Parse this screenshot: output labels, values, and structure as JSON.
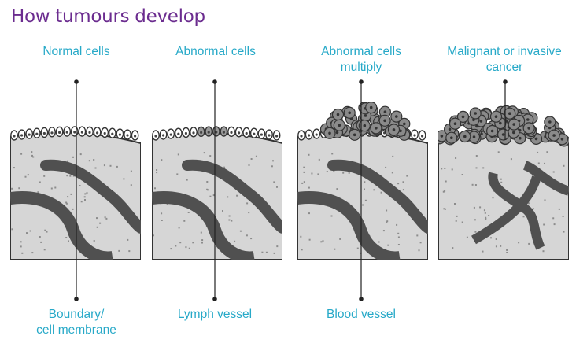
{
  "title": "How tumours develop",
  "colors": {
    "title": "#6b2c8f",
    "label": "#27a9c8",
    "tissue": "#d6d6d6",
    "vessel": "#505050",
    "cells": "#8a8a8a"
  },
  "top_labels": [
    {
      "line1": "Normal cells",
      "line2": ""
    },
    {
      "line1": "Abnormal cells",
      "line2": ""
    },
    {
      "line1": "Abnormal cells",
      "line2": "multiply"
    },
    {
      "line1": "Malignant or invasive",
      "line2": "cancer"
    }
  ],
  "bottom_labels": [
    {
      "line1": "Boundary/",
      "line2": "cell membrane"
    },
    {
      "line1": "Lymph vessel",
      "line2": ""
    },
    {
      "line1": "Blood vessel",
      "line2": ""
    }
  ]
}
